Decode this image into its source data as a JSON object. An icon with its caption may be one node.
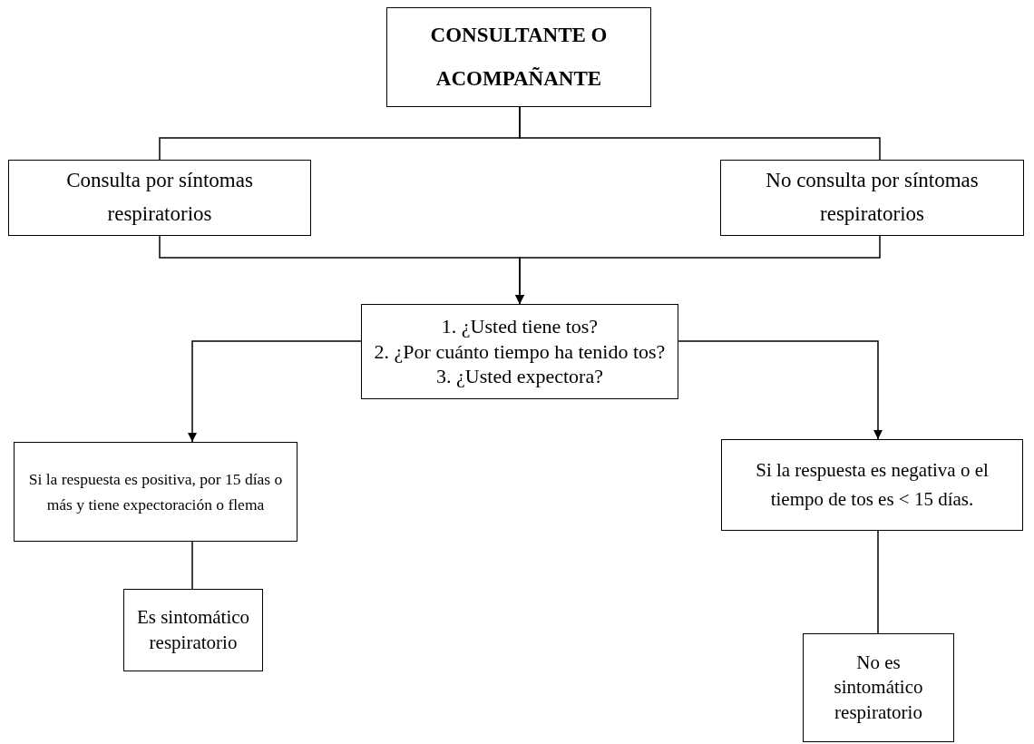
{
  "diagram": {
    "nodes": [
      {
        "text": [
          "CONSULTANTE O ACOMPAÑANTE"
        ]
      },
      {
        "text": [
          "Consulta por síntomas respiratorios"
        ]
      },
      {
        "text": [
          "No consulta por síntomas respiratorios"
        ]
      },
      {
        "text": [
          "1. ¿Usted tiene tos?",
          "2. ¿Por cuánto tiempo ha tenido tos?",
          "3. ¿Usted expectora?"
        ]
      },
      {
        "text": [
          "Si la respuesta es positiva, por 15 días o más y tiene expectoración o flema"
        ]
      },
      {
        "text": [
          "Si la respuesta es negativa o el tiempo de tos es < 15 días."
        ]
      },
      {
        "text": [
          "Es sintomático respiratorio"
        ]
      },
      {
        "text": [
          "No es sintomático respiratorio"
        ]
      }
    ],
    "edges": [
      {
        "from": 0,
        "to": 1,
        "arrow": "none"
      },
      {
        "from": 0,
        "to": 2,
        "arrow": "none"
      },
      {
        "from": 1,
        "to": 3,
        "arrow": "to"
      },
      {
        "from": 2,
        "to": 3,
        "arrow": "to"
      },
      {
        "from": 3,
        "to": 4,
        "arrow": "to"
      },
      {
        "from": 3,
        "to": 5,
        "arrow": "to"
      },
      {
        "from": 4,
        "to": 6,
        "arrow": "none"
      },
      {
        "from": 5,
        "to": 7,
        "arrow": "none"
      }
    ]
  }
}
